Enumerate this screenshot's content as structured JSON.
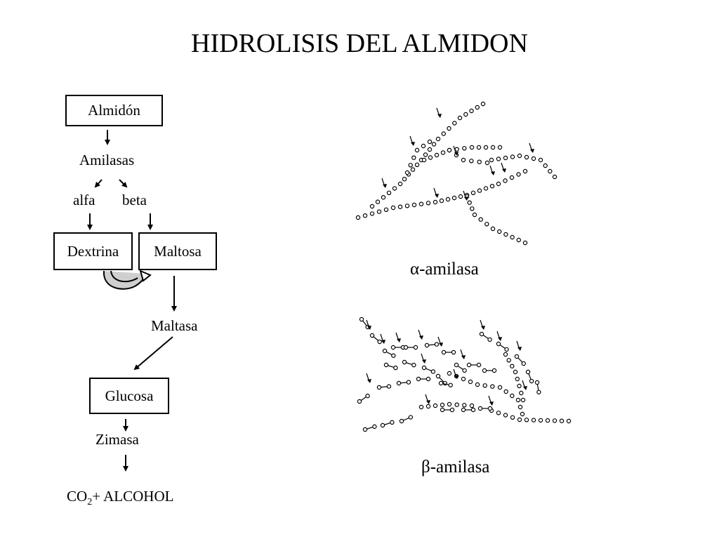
{
  "title": "HIDROLISIS DEL ALMIDON",
  "flow": {
    "almidon": "Almidón",
    "amilasas": "Amilasas",
    "alfa": "alfa",
    "beta": "beta",
    "dextrina": "Dextrina",
    "maltosa": "Maltosa",
    "maltasa": "Maltasa",
    "glucosa": "Glucosa",
    "zimasa": "Zimasa",
    "co2": "CO",
    "co2_sub": "2",
    "co2_rest": "+ ALCOHOL"
  },
  "illustrations": {
    "alpha_caption": "α-amilasa",
    "beta_caption": "β-amilasa"
  }
}
